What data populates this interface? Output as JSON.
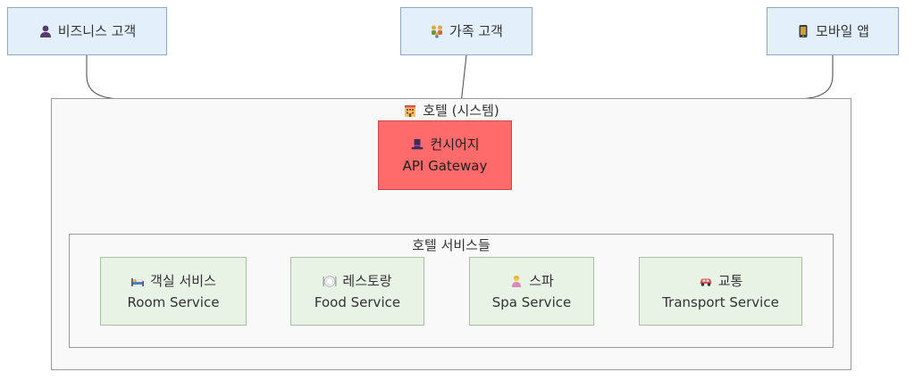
{
  "clients": [
    {
      "id": "business",
      "label": "비즈니스 고객",
      "icon": "person-icon"
    },
    {
      "id": "family",
      "label": "가족 고객",
      "icon": "family-icon"
    },
    {
      "id": "mobile",
      "label": "모바일 앱",
      "icon": "mobile-phone-icon"
    }
  ],
  "system": {
    "title": "호텔 (시스템)",
    "icon": "hotel-icon",
    "gateway": {
      "label": "컨시어지",
      "sublabel": "API Gateway",
      "icon": "top-hat-icon"
    },
    "services_group": {
      "title": "호텔 서비스들",
      "items": [
        {
          "id": "room",
          "label": "객실 서비스",
          "sublabel": "Room Service",
          "icon": "bed-icon"
        },
        {
          "id": "food",
          "label": "레스토랑",
          "sublabel": "Food Service",
          "icon": "plate-icon"
        },
        {
          "id": "spa",
          "label": "스파",
          "sublabel": "Spa Service",
          "icon": "spa-person-icon"
        },
        {
          "id": "transport",
          "label": "교통",
          "sublabel": "Transport Service",
          "icon": "car-icon"
        }
      ]
    }
  },
  "colors": {
    "client_fill": "#e3f0fc",
    "gateway_fill": "#ff6b6b",
    "service_fill": "#e8f3e6",
    "edge": "#555555"
  }
}
